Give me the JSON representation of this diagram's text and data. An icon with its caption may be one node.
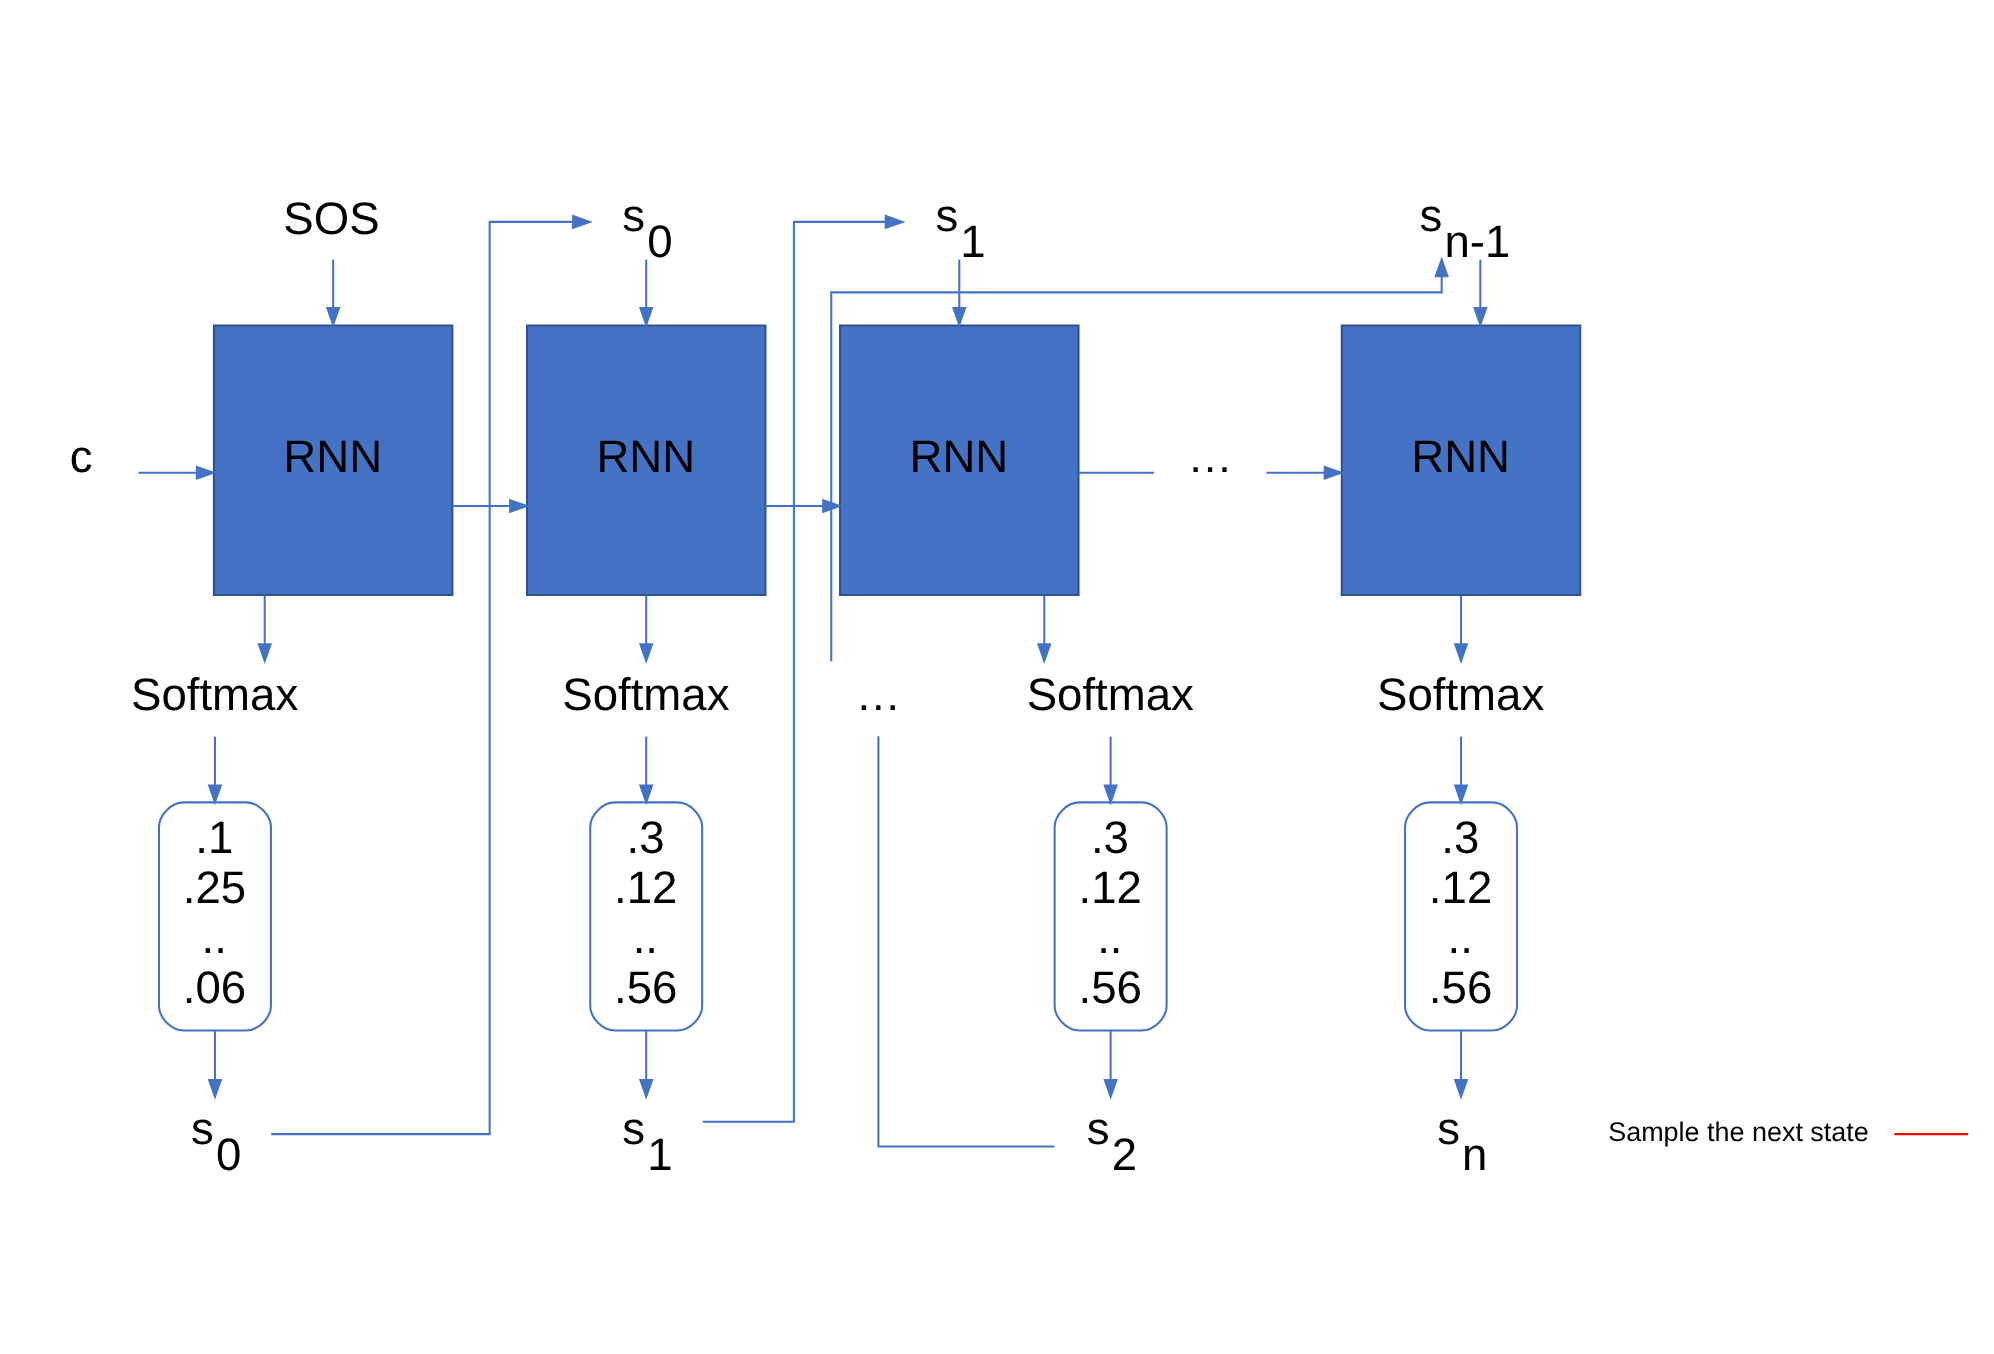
{
  "diagram": {
    "nodes": [
      {
        "text": [
          "c"
        ]
      },
      {
        "text": [
          "SOS"
        ]
      },
      {
        "text": [
          "RNN"
        ]
      },
      {
        "text": [
          "Softmax"
        ]
      },
      {
        "text": [
          ".1 .25 .. .06"
        ]
      },
      {
        "text": [
          "s$_{0}$"
        ]
      },
      {
        "text": [
          "Sample the next state"
        ]
      },
      {
        "text": [
          "s$_{0}$"
        ]
      },
      {
        "text": [
          "RNN"
        ]
      },
      {
        "text": [
          "Softmax"
        ]
      },
      {
        "text": [
          ".3 .12 .. .56"
        ]
      },
      {
        "text": [
          "s$_{1}$"
        ]
      },
      {
        "text": [
          "s$_{1}$"
        ]
      },
      {
        "text": [
          "RNN"
        ]
      },
      {
        "text": [
          "Softmax"
        ]
      },
      {
        "text": [
          ".3 .12 .. .56"
        ]
      },
      {
        "text": [
          "s$_{2}$"
        ]
      },
      {
        "text": [
          "…"
        ]
      },
      {
        "text": [
          "…"
        ]
      },
      {
        "text": [
          "s$_{n-1}$"
        ]
      },
      {
        "text": [
          "RNN"
        ]
      },
      {
        "text": [
          "Softmax"
        ]
      },
      {
        "text": [
          ".3 .12 .. .56"
        ]
      },
      {
        "text": [
          "s$_{n}$"
        ]
      }
    ],
    "edges": [
      {
        "from": 0,
        "to": 2,
        "arrow": "to"
      },
      {
        "from": 1,
        "to": 2,
        "arrow": "to"
      },
      {
        "from": 2,
        "to": 8,
        "arrow": "to"
      },
      {
        "from": 2,
        "to": 3,
        "arrow": "to"
      },
      {
        "from": 3,
        "to": 4,
        "arrow": "to"
      },
      {
        "from": 4,
        "to": 5,
        "arrow": "to"
      },
      {
        "from": 6,
        "to": null,
        "arrow": "none",
        "color": "#ff0000"
      },
      {
        "from": 5,
        "to": 7,
        "arrow": "to"
      },
      {
        "from": 7,
        "to": 8,
        "arrow": "to"
      },
      {
        "from": 8,
        "to": 13,
        "arrow": "to"
      },
      {
        "from": 8,
        "to": 9,
        "arrow": "to"
      },
      {
        "from": 9,
        "to": 10,
        "arrow": "to"
      },
      {
        "from": 10,
        "to": 11,
        "arrow": "to"
      },
      {
        "from": 11,
        "to": 12,
        "arrow": "to"
      },
      {
        "from": 12,
        "to": 13,
        "arrow": "to"
      },
      {
        "from": 13,
        "to": 17,
        "arrow": "none"
      },
      {
        "from": 17,
        "to": 20,
        "arrow": "to"
      },
      {
        "from": 13,
        "to": 14,
        "arrow": "to"
      },
      {
        "from": 14,
        "to": 15,
        "arrow": "to"
      },
      {
        "from": 15,
        "to": 16,
        "arrow": "to"
      },
      {
        "from": 16,
        "to": 18,
        "arrow": "none"
      },
      {
        "from": 18,
        "to": 19,
        "arrow": "to"
      },
      {
        "from": 19,
        "to": 20,
        "arrow": "to"
      },
      {
        "from": 20,
        "to": 21,
        "arrow": "to"
      },
      {
        "from": 21,
        "to": 22,
        "arrow": "to"
      },
      {
        "from": 22,
        "to": 23,
        "arrow": "to"
      }
    ]
  }
}
